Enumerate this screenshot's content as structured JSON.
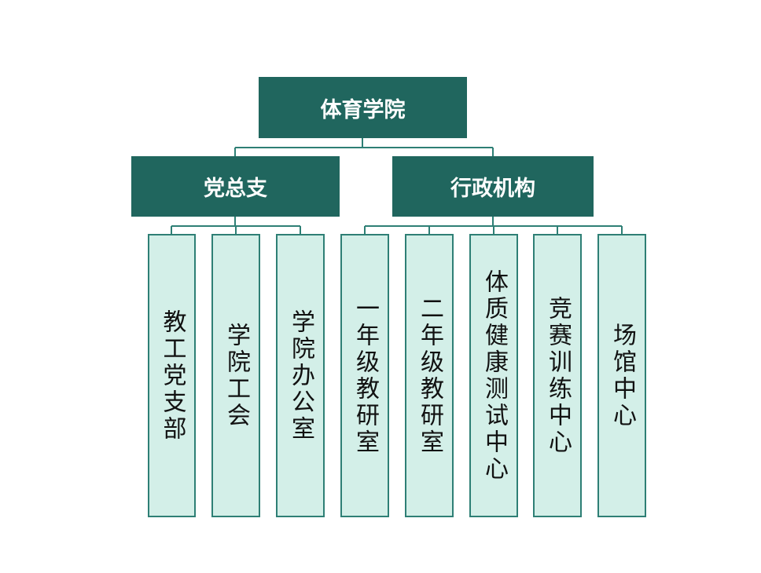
{
  "colors": {
    "dark_box": "#20665e",
    "light_box": "#d3efe8",
    "border": "#2e7f75",
    "line": "#2e7f75"
  },
  "root": {
    "label": "体育学院"
  },
  "level1": [
    {
      "label": "党总支"
    },
    {
      "label": "行政机构"
    }
  ],
  "level2": [
    {
      "label": "教工党支部",
      "parent": 0
    },
    {
      "label": "学院工会",
      "parent": 0
    },
    {
      "label": "学院办公室",
      "parent": 0
    },
    {
      "label": "一年级教研室",
      "parent": 1
    },
    {
      "label": "二年级教研室",
      "parent": 1
    },
    {
      "label": "体质健康测试中心",
      "parent": 1
    },
    {
      "label": "竞赛训练中心",
      "parent": 1
    },
    {
      "label": "场馆中心",
      "parent": 1
    }
  ]
}
